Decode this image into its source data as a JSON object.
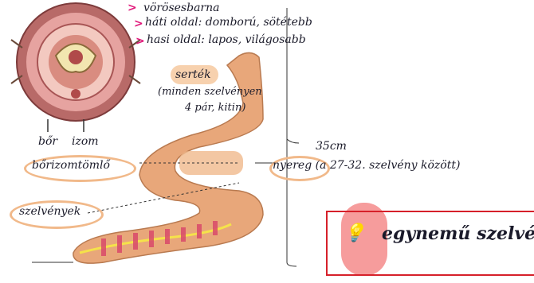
{
  "notes": {
    "vorosesbarna": "vörösesbarna",
    "hati_oldal": "háti oldal: domború, sötétebb",
    "hasi_oldal": "hasi oldal: lapos, világosabb",
    "serte": "serték",
    "serte_note_1": "(minden szelvényen",
    "serte_note_2": "4 pár, kitin)",
    "bor": "bőr",
    "izom": "izom",
    "borizomtomlo": "bőrizomtömlő",
    "szelvenyek": "szelvények",
    "length": "35cm",
    "nyereg": "nyereg (a 27-32. szelvény között)",
    "box_text": "egynemű szelvé"
  },
  "colors": {
    "highlight": "#f6c9a0",
    "arrow": "#e0187a",
    "box_border": "#d6202a",
    "worm": "#e8a77a"
  }
}
